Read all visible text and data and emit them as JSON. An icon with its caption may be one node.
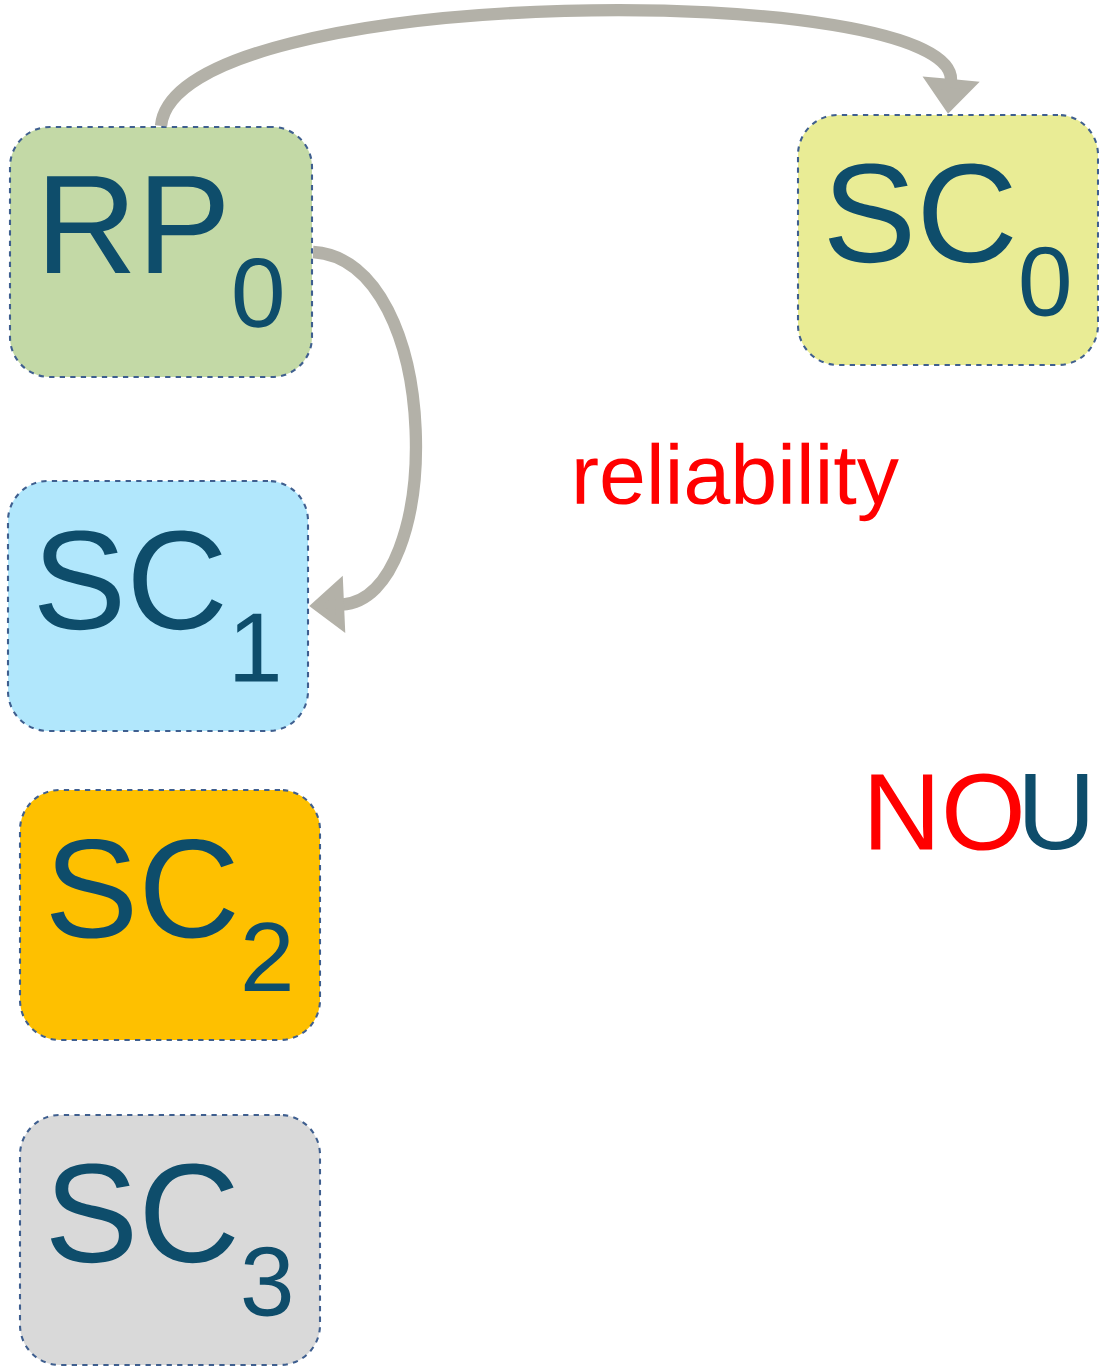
{
  "diagram": {
    "nodes": [
      {
        "text": [
          "RP$_{0}$"
        ]
      },
      {
        "text": [
          "SC$_{0}$"
        ]
      },
      {
        "text": [
          "SC$_{1}$"
        ]
      },
      {
        "text": [
          "SC$_{2}$"
        ]
      },
      {
        "text": [
          "SC$_{3}$"
        ]
      }
    ],
    "edges": [
      {
        "from": 0,
        "to": 1,
        "arrow": "to"
      },
      {
        "from": 0,
        "to": 2,
        "arrow": "to"
      }
    ],
    "labels": [
      "reliability",
      "NO",
      "U"
    ]
  }
}
